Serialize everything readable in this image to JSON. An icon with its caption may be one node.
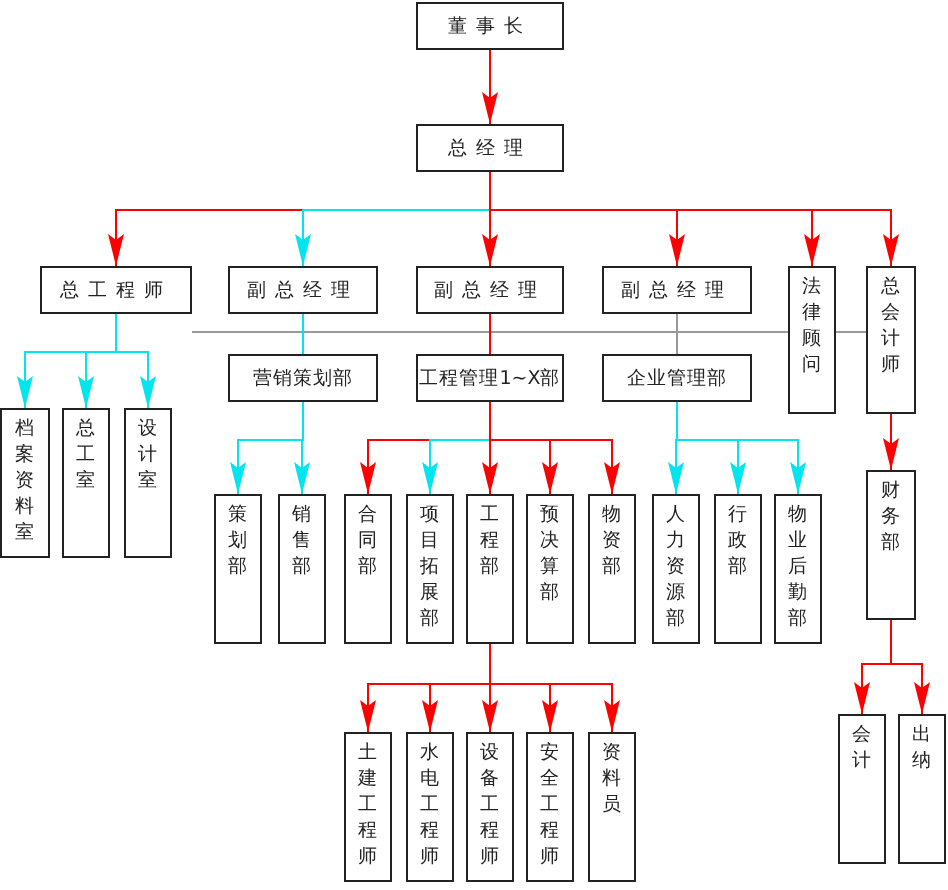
{
  "diagram": {
    "nodes": [
      {
        "text": [
          "董事长"
        ]
      },
      {
        "text": [
          "总经理"
        ]
      },
      {
        "text": [
          "总工程师"
        ]
      },
      {
        "text": [
          "副总经理"
        ]
      },
      {
        "text": [
          "副总经理"
        ]
      },
      {
        "text": [
          "副总经理"
        ]
      },
      {
        "text": [
          "法律顾问"
        ]
      },
      {
        "text": [
          "总会计师"
        ]
      },
      {
        "text": [
          "营销策划部"
        ]
      },
      {
        "text": [
          "工程管理1~X部"
        ]
      },
      {
        "text": [
          "企业管理部"
        ]
      },
      {
        "text": [
          "档案资料室"
        ]
      },
      {
        "text": [
          "总工室"
        ]
      },
      {
        "text": [
          "设计室"
        ]
      },
      {
        "text": [
          "策划部"
        ]
      },
      {
        "text": [
          "销售部"
        ]
      },
      {
        "text": [
          "合同部"
        ]
      },
      {
        "text": [
          "项目拓展部"
        ]
      },
      {
        "text": [
          "工程部"
        ]
      },
      {
        "text": [
          "预决算部"
        ]
      },
      {
        "text": [
          "物资部"
        ]
      },
      {
        "text": [
          "人力资源部"
        ]
      },
      {
        "text": [
          "行政部"
        ]
      },
      {
        "text": [
          "物业后勤部"
        ]
      },
      {
        "text": [
          "财务部"
        ]
      },
      {
        "text": [
          "土建工程师"
        ]
      },
      {
        "text": [
          "水电工程师"
        ]
      },
      {
        "text": [
          "设备工程师"
        ]
      },
      {
        "text": [
          "安全工程师"
        ]
      },
      {
        "text": [
          "资料员"
        ]
      },
      {
        "text": [
          "会计"
        ]
      },
      {
        "text": [
          "出纳"
        ]
      }
    ],
    "edges": [
      {
        "from": 0,
        "to": 1,
        "arrow": "to"
      },
      {
        "from": 1,
        "to": 2,
        "arrow": "to"
      },
      {
        "from": 1,
        "to": 3,
        "arrow": "to",
        "color": "#00e5ee"
      },
      {
        "from": 1,
        "to": 4,
        "arrow": "to"
      },
      {
        "from": 1,
        "to": 5,
        "arrow": "to"
      },
      {
        "from": 1,
        "to": 6,
        "arrow": "to"
      },
      {
        "from": 1,
        "to": 7,
        "arrow": "to"
      },
      {
        "from": 2,
        "to": 6,
        "arrow": "none",
        "color": "#999999"
      },
      {
        "from": 6,
        "to": 7,
        "arrow": "none",
        "color": "#999999"
      },
      {
        "from": 3,
        "to": 8,
        "arrow": "none",
        "color": "#00e5ee"
      },
      {
        "from": 4,
        "to": 9,
        "arrow": "none"
      },
      {
        "from": 5,
        "to": 10,
        "arrow": "none",
        "color": "#999999"
      },
      {
        "from": 2,
        "to": 11,
        "arrow": "to",
        "color": "#00e5ee"
      },
      {
        "from": 2,
        "to": 12,
        "arrow": "to",
        "color": "#00e5ee"
      },
      {
        "from": 2,
        "to": 13,
        "arrow": "to",
        "color": "#00e5ee"
      },
      {
        "from": 8,
        "to": 14,
        "arrow": "to",
        "color": "#00e5ee"
      },
      {
        "from": 8,
        "to": 15,
        "arrow": "to",
        "color": "#00e5ee"
      },
      {
        "from": 9,
        "to": 16,
        "arrow": "to"
      },
      {
        "from": 9,
        "to": 17,
        "arrow": "to",
        "color": "#00e5ee"
      },
      {
        "from": 9,
        "to": 18,
        "arrow": "to"
      },
      {
        "from": 9,
        "to": 19,
        "arrow": "to"
      },
      {
        "from": 9,
        "to": 20,
        "arrow": "to"
      },
      {
        "from": 10,
        "to": 21,
        "arrow": "to",
        "color": "#00e5ee"
      },
      {
        "from": 10,
        "to": 22,
        "arrow": "to",
        "color": "#00e5ee"
      },
      {
        "from": 10,
        "to": 23,
        "arrow": "to",
        "color": "#00e5ee"
      },
      {
        "from": 7,
        "to": 24,
        "arrow": "to"
      },
      {
        "from": 18,
        "to": 25,
        "arrow": "to"
      },
      {
        "from": 18,
        "to": 26,
        "arrow": "to"
      },
      {
        "from": 18,
        "to": 27,
        "arrow": "to"
      },
      {
        "from": 18,
        "to": 28,
        "arrow": "to"
      },
      {
        "from": 18,
        "to": 29,
        "arrow": "to"
      },
      {
        "from": 24,
        "to": 30,
        "arrow": "to"
      },
      {
        "from": 24,
        "to": 31,
        "arrow": "to"
      }
    ]
  }
}
